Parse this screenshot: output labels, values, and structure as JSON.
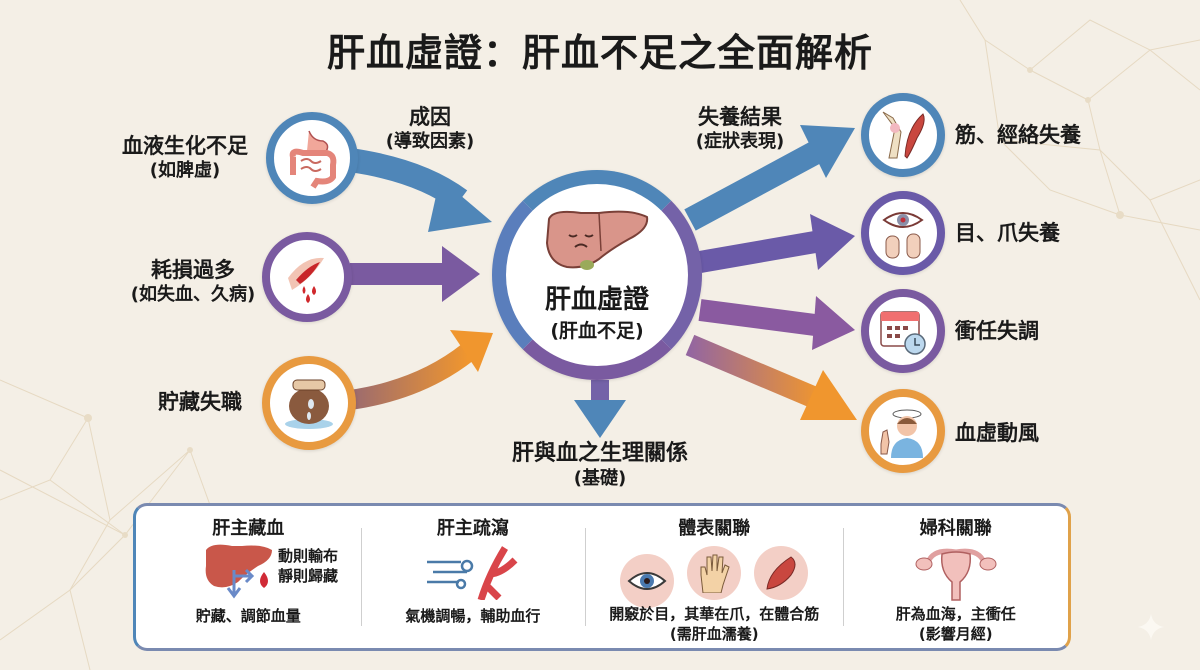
{
  "title": "肝血虛證：肝血不足之全面解析",
  "causes": {
    "heading": "成因",
    "heading_sub": "(導致因素)",
    "items": [
      {
        "label": "血液生化不足",
        "sub": "(如脾虛)",
        "icon": "digestive-system-icon",
        "color": "#4f86b8"
      },
      {
        "label": "耗損過多",
        "sub": "(如失血、久病)",
        "icon": "bleeding-wound-icon",
        "color": "#7a5aa0"
      },
      {
        "label": "貯藏失職",
        "sub": "",
        "icon": "leaking-jar-icon",
        "color": "#e89a40"
      }
    ]
  },
  "center": {
    "label": "肝血虛證",
    "sub": "(肝血不足)",
    "icon": "sad-liver-icon"
  },
  "foundation": {
    "label": "肝與血之生理關係",
    "sub": "(基礎)"
  },
  "results": {
    "heading": "失養結果",
    "heading_sub": "(症狀表現)",
    "items": [
      {
        "label": "筋、經絡失養",
        "icon": "joint-muscle-icon",
        "color": "#4f86b8"
      },
      {
        "label": "目、爪失養",
        "icon": "eye-nails-icon",
        "color": "#6a5aa8"
      },
      {
        "label": "衝任失調",
        "icon": "calendar-clock-icon",
        "color": "#7a5aa0"
      },
      {
        "label": "血虛動風",
        "icon": "dizzy-person-icon",
        "color": "#e89a40"
      }
    ]
  },
  "physiology": [
    {
      "title": "肝主藏血",
      "side_lines": [
        "動則輸布",
        "靜則歸藏"
      ],
      "caption": [
        "貯藏、調節血量"
      ],
      "icon": "liver-blood-storage-icon"
    },
    {
      "title": "肝主疏瀉",
      "caption": [
        "氣機調暢，輔助血行"
      ],
      "icon": "qi-flow-vessel-icon"
    },
    {
      "title": "體表關聯",
      "caption": [
        "開竅於目，其華在爪，在體合筋",
        "(需肝血濡養)"
      ],
      "icons": [
        "eye-icon",
        "hand-icon",
        "muscle-icon"
      ]
    },
    {
      "title": "婦科關聯",
      "caption": [
        "肝為血海，主衝任",
        "(影響月經)"
      ],
      "icon": "uterus-icon"
    }
  ],
  "colors": {
    "background": "#f4efe6",
    "blue": "#4f86b8",
    "purple": "#7a5aa0",
    "violet": "#6a5aa8",
    "orange": "#e89a40"
  }
}
